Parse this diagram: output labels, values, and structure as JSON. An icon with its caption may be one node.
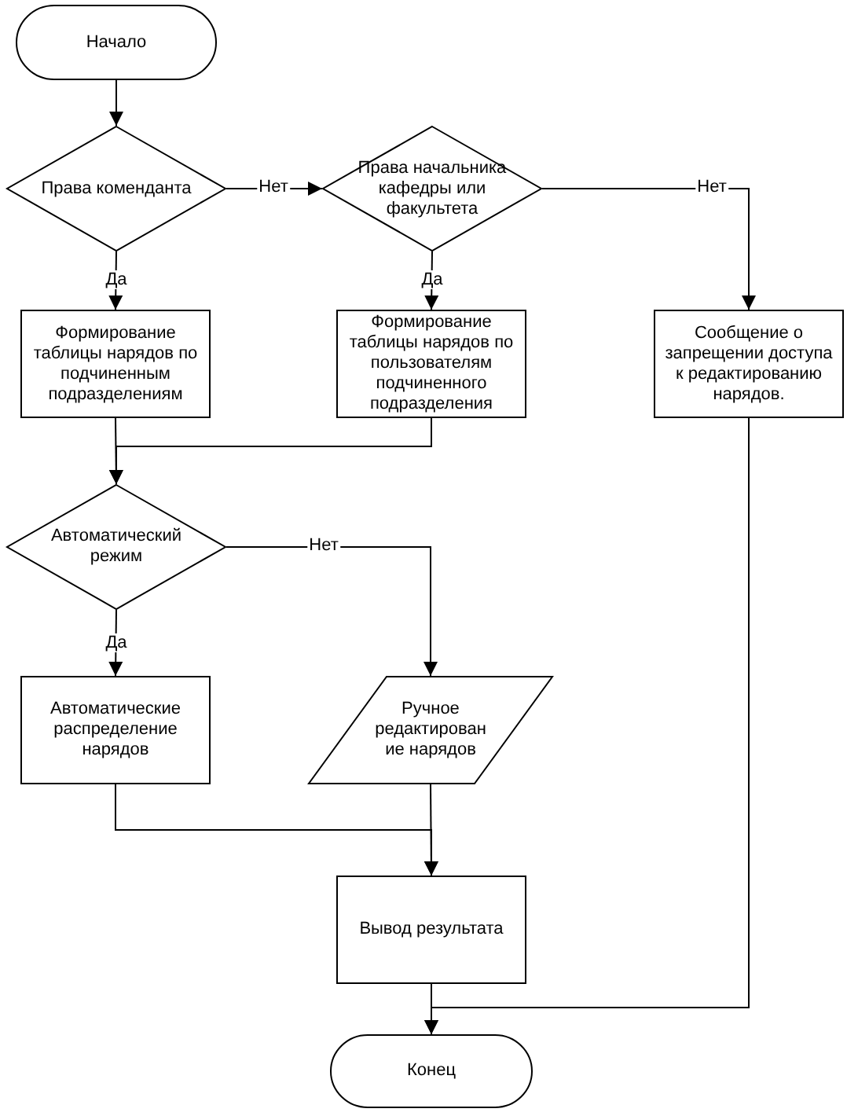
{
  "diagram": {
    "nodes": [
      {
        "text": [
          "Начало"
        ]
      },
      {
        "text": [
          "Права коменданта"
        ]
      },
      {
        "text": [
          "Права начальника кафедры или факультета"
        ]
      },
      {
        "text": [
          "Формирование таблицы нарядов по подчиненным подразделениям"
        ]
      },
      {
        "text": [
          "Формирование таблицы нарядов по пользователям подчиненного подразделения"
        ]
      },
      {
        "text": [
          "Сообщение о запрещении доступа к редактированию нарядов."
        ]
      },
      {
        "text": [
          "Автоматический режим"
        ]
      },
      {
        "text": [
          "Автоматические распределение нарядов"
        ]
      },
      {
        "text": [
          "Ручное редактирован ие нарядов"
        ]
      },
      {
        "text": [
          "Вывод результата"
        ]
      },
      {
        "text": [
          "Конец"
        ]
      }
    ],
    "edges": [
      {
        "from": 0,
        "to": 1,
        "arrow": "to"
      },
      {
        "from": 1,
        "to": 2,
        "arrow": "to",
        "label": "Нет"
      },
      {
        "from": 1,
        "to": 3,
        "arrow": "to",
        "label": "Да"
      },
      {
        "from": 2,
        "to": 4,
        "arrow": "to",
        "label": "Да"
      },
      {
        "from": 2,
        "to": 5,
        "arrow": "to",
        "label": "Нет"
      },
      {
        "from": 3,
        "to": 6,
        "arrow": "to"
      },
      {
        "from": 4,
        "to": 6,
        "arrow": "to"
      },
      {
        "from": 6,
        "to": 7,
        "arrow": "to",
        "label": "Да"
      },
      {
        "from": 6,
        "to": 8,
        "arrow": "to",
        "label": "Нет"
      },
      {
        "from": 7,
        "to": 9,
        "arrow": "to"
      },
      {
        "from": 8,
        "to": 9,
        "arrow": "to"
      },
      {
        "from": 9,
        "to": 10,
        "arrow": "to"
      },
      {
        "from": 5,
        "to": 10,
        "arrow": "to"
      }
    ]
  }
}
